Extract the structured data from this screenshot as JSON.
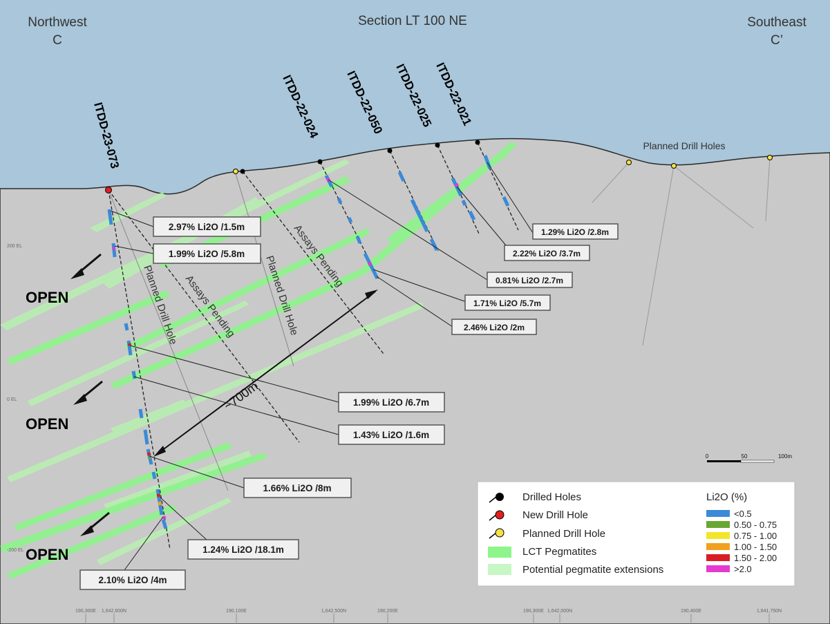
{
  "section": {
    "title": "Section LT 100 NE",
    "left_direction": "Northwest",
    "left_letter": "C",
    "right_direction": "Southeast",
    "right_letter": "C’",
    "planned_label": "Planned Drill Holes",
    "distance": "~700m",
    "open_label": "OPEN"
  },
  "holes": [
    {
      "name": "ITDD-23-073",
      "status": "new"
    },
    {
      "name": "ITDD-22-024",
      "status": "drilled"
    },
    {
      "name": "ITDD-22-050",
      "status": "drilled"
    },
    {
      "name": "ITDD-22-025",
      "status": "drilled"
    },
    {
      "name": "ITDD-22-021",
      "status": "drilled"
    }
  ],
  "diagonal_labels": {
    "planned_1": "Planned Drill Hole",
    "assays_1": "Assays Pending",
    "planned_2": "Planned Drill Hole",
    "assays_2": "Assays Pending"
  },
  "intercepts": [
    "2.97% Li2O /1.5m",
    "1.99% Li2O /5.8m",
    "1.99% Li2O /6.7m",
    "1.43% Li2O /1.6m",
    "1.66% Li2O /8m",
    "1.24% Li2O /18.1m",
    "2.10% Li2O /4m",
    "1.29% Li2O /2.8m",
    "2.22% Li2O /3.7m",
    "0.81% Li2O /2.7m",
    "1.71% Li2O /5.7m",
    "2.46% Li2O /2m"
  ],
  "elevations": [
    "200 EL",
    "0 EL",
    "-200 EL"
  ],
  "scale_bar": {
    "zero": "0",
    "mid": "50",
    "end": "100m"
  },
  "eastings": [
    "190,300E",
    "1,642,600N",
    "190,100E",
    "1,642,500N",
    "190,200E",
    "190,300E",
    "1,642,000N",
    "190,400E",
    "1,641,750N"
  ],
  "legend": {
    "symbols": [
      {
        "label": "Drilled Holes",
        "color": "#000000"
      },
      {
        "label": "New Drill Hole",
        "color": "#e02020"
      },
      {
        "label": "Planned Drill Hole",
        "color": "#f2e24a"
      },
      {
        "label": "LCT Pegmatites",
        "color": "#8ef58a"
      },
      {
        "label": "Potential pegmatite extensions",
        "color": "#c6f7c4"
      }
    ],
    "grade_title": "Li2O (%)",
    "grades": [
      {
        "label": "<0.5",
        "color": "#3b8ad8"
      },
      {
        "label": "0.50 - 0.75",
        "color": "#6aa632"
      },
      {
        "label": "0.75 - 1.00",
        "color": "#f2e62a"
      },
      {
        "label": "1.00 - 1.50",
        "color": "#f0a21e"
      },
      {
        "label": "1.50 - 2.00",
        "color": "#d81e24"
      },
      {
        "label": ">2.0",
        "color": "#e43ad2"
      }
    ]
  }
}
